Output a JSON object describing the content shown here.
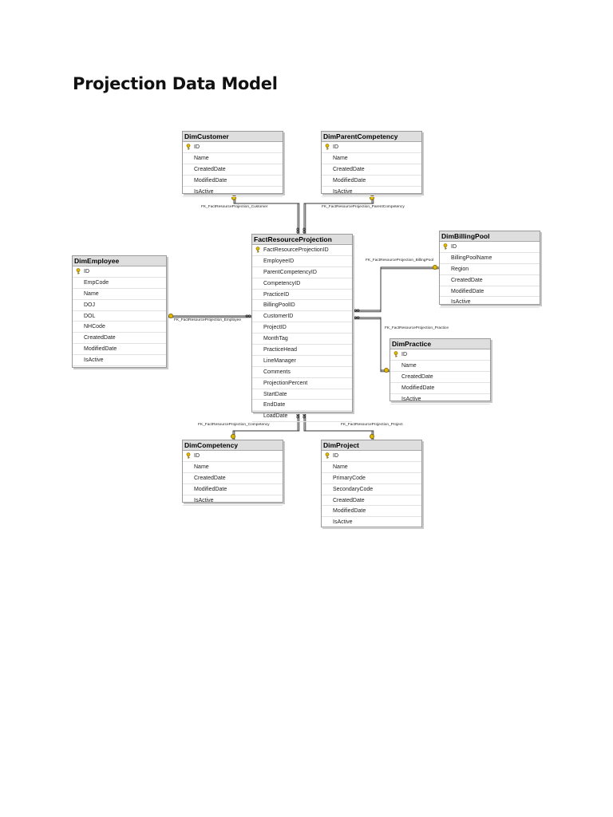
{
  "page": {
    "title": "Projection Data Model"
  },
  "tables": [
    {
      "id": "customer",
      "name": "DimCustomer",
      "columns": [
        {
          "name": "ID",
          "pk": true
        },
        {
          "name": "Name"
        },
        {
          "name": "CreatedDate"
        },
        {
          "name": "ModifiedDate"
        },
        {
          "name": "IsActive"
        }
      ]
    },
    {
      "id": "parent-competency",
      "name": "DimParentCompetency",
      "columns": [
        {
          "name": "ID",
          "pk": true
        },
        {
          "name": "Name"
        },
        {
          "name": "CreatedDate"
        },
        {
          "name": "ModifiedDate"
        },
        {
          "name": "IsActive"
        }
      ]
    },
    {
      "id": "fact",
      "name": "FactResourceProjection",
      "columns": [
        {
          "name": "FactResourceProjectionID",
          "pk": true
        },
        {
          "name": "EmployeeID"
        },
        {
          "name": "ParentCompetencyID"
        },
        {
          "name": "CompetencyID"
        },
        {
          "name": "PracticeID"
        },
        {
          "name": "BillingPoolID"
        },
        {
          "name": "CustomerID"
        },
        {
          "name": "ProjectID"
        },
        {
          "name": "MonthTag"
        },
        {
          "name": "PracticeHead"
        },
        {
          "name": "LineManager"
        },
        {
          "name": "Comments"
        },
        {
          "name": "ProjectionPercent"
        },
        {
          "name": "StartDate"
        },
        {
          "name": "EndDate"
        },
        {
          "name": "LoadDate"
        }
      ]
    },
    {
      "id": "billing-pool",
      "name": "DimBillingPool",
      "columns": [
        {
          "name": "ID",
          "pk": true
        },
        {
          "name": "BillingPoolName"
        },
        {
          "name": "Region"
        },
        {
          "name": "CreatedDate"
        },
        {
          "name": "ModifiedDate"
        },
        {
          "name": "IsActive"
        }
      ]
    },
    {
      "id": "employee",
      "name": "DimEmployee",
      "columns": [
        {
          "name": "ID",
          "pk": true
        },
        {
          "name": "EmpCode"
        },
        {
          "name": "Name"
        },
        {
          "name": "DOJ"
        },
        {
          "name": "DOL"
        },
        {
          "name": "NHCode"
        },
        {
          "name": "CreatedDate"
        },
        {
          "name": "ModifiedDate"
        },
        {
          "name": "IsActive"
        }
      ]
    },
    {
      "id": "practice",
      "name": "DimPractice",
      "columns": [
        {
          "name": "ID",
          "pk": true
        },
        {
          "name": "Name"
        },
        {
          "name": "CreatedDate"
        },
        {
          "name": "ModifiedDate"
        },
        {
          "name": "IsActive"
        }
      ]
    },
    {
      "id": "competency",
      "name": "DimCompetency",
      "columns": [
        {
          "name": "ID",
          "pk": true
        },
        {
          "name": "Name"
        },
        {
          "name": "CreatedDate"
        },
        {
          "name": "ModifiedDate"
        },
        {
          "name": "IsActive"
        }
      ]
    },
    {
      "id": "project",
      "name": "DimProject",
      "columns": [
        {
          "name": "ID",
          "pk": true
        },
        {
          "name": "Name"
        },
        {
          "name": "PrimaryCode"
        },
        {
          "name": "SecondaryCode"
        },
        {
          "name": "CreatedDate"
        },
        {
          "name": "ModifiedDate"
        },
        {
          "name": "IsActive"
        }
      ]
    }
  ],
  "relationships": [
    {
      "id": "customer",
      "name": "FK_FactResourceProjection_Customer",
      "from": "fact",
      "to": "customer"
    },
    {
      "id": "parent-competency",
      "name": "FK_FactResourceProjection_ParentCompetency",
      "from": "fact",
      "to": "parent-competency"
    },
    {
      "id": "billing-pool",
      "name": "FK_FactResourceProjection_BillingPool",
      "from": "fact",
      "to": "billing-pool"
    },
    {
      "id": "employee",
      "name": "FK_FactResourceProjection_Employee",
      "from": "fact",
      "to": "employee"
    },
    {
      "id": "practice",
      "name": "FK_FactResourceProjection_Practice",
      "from": "fact",
      "to": "practice"
    },
    {
      "id": "competency",
      "name": "FK_FactResourceProjection_Competency",
      "from": "fact",
      "to": "competency"
    },
    {
      "id": "project",
      "name": "FK_FactResourceProjection_Project",
      "from": "fact",
      "to": "project"
    }
  ],
  "colors": {
    "header": "#dedede",
    "border": "#9a9a9a",
    "key": "#e0b800",
    "line": "#333333"
  },
  "icons": {
    "primary_key": "key-icon",
    "one_end": "key-icon",
    "many_end": "infinity-icon"
  }
}
